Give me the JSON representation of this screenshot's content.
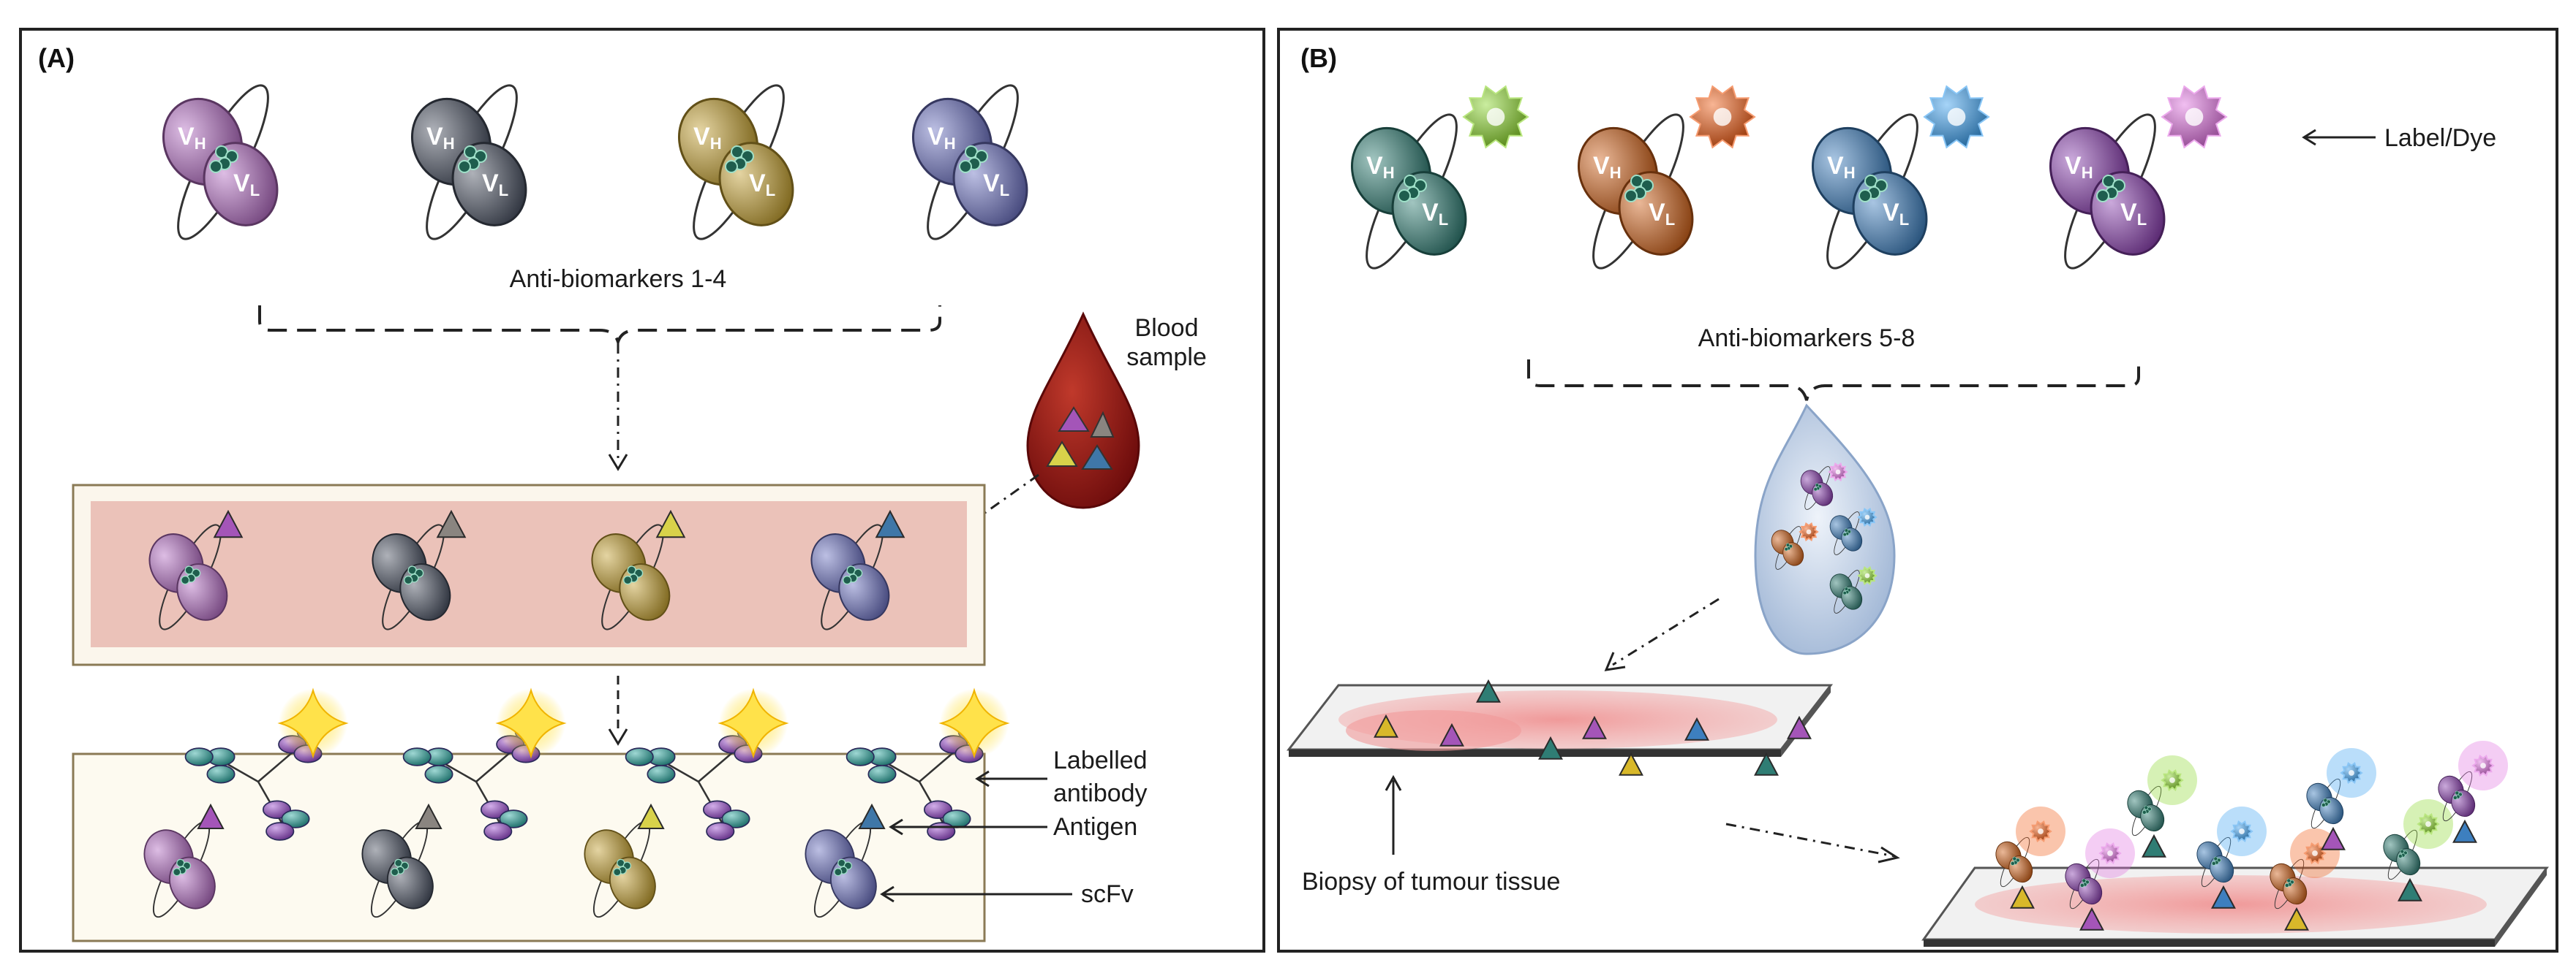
{
  "panel_a": {
    "letter": "(A)",
    "group_label": "Anti-biomarkers 1-4",
    "blood_label_line1": "Blood",
    "blood_label_line2": "sample",
    "labelled_line1": "Labelled",
    "labelled_line2": "antibody",
    "antigen_label": "Antigen",
    "scfv_label": "scFv",
    "scfv_colors": [
      "#b36cc2",
      "#4a5262",
      "#c4a030",
      "#6b70c0"
    ],
    "antigen_colors": [
      "#a455b8",
      "#8a8580",
      "#d8d24a",
      "#3f77a8"
    ]
  },
  "panel_b": {
    "letter": "(B)",
    "group_label": "Anti-biomarkers 5-8",
    "dye_label": "Label/Dye",
    "biopsy_label": "Biopsy of tumour tissue",
    "scfv_colors": [
      "#2f7d74",
      "#d0621a",
      "#3d7fbf",
      "#8a3fb0"
    ],
    "dye_colors": [
      "#8ad62a",
      "#f05a12",
      "#3aa0f0",
      "#e070e0"
    ]
  },
  "vh_text": "V",
  "vh_sub": "H",
  "vl_text": "V",
  "vl_sub": "L"
}
